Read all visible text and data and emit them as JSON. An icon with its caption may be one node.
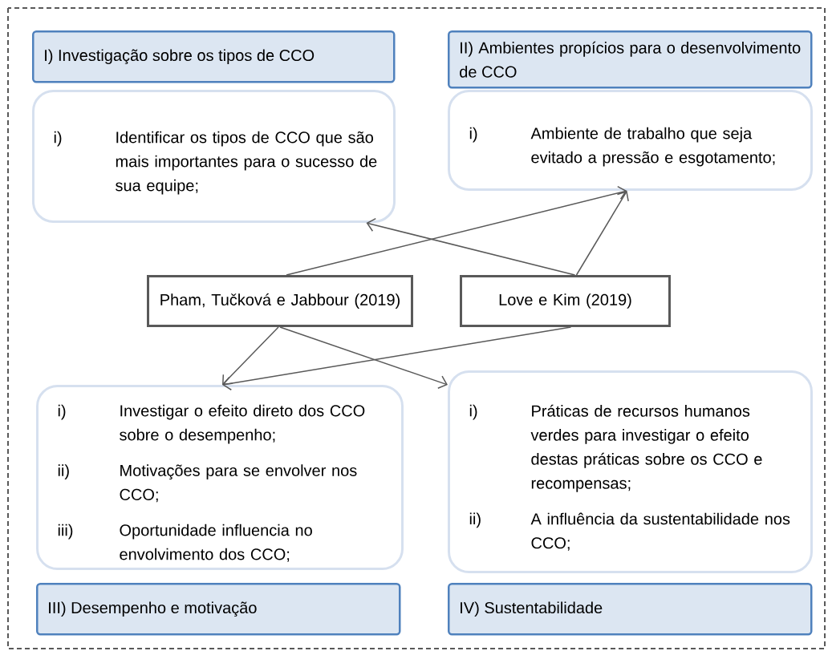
{
  "diagram": {
    "nodes": [
      {
        "text": [
          "I) Investigação sobre os tipos de CCO"
        ]
      },
      {
        "text": [
          "i)",
          "Identificar os tipos de CCO que são mais importantes para o sucesso de sua equipe;"
        ]
      },
      {
        "text": [
          "II) Ambientes propícios para o desenvolvimento de CCO"
        ]
      },
      {
        "text": [
          "i)",
          "Ambiente de trabalho que seja evitado a pressão e esgotamento;"
        ]
      },
      {
        "text": [
          "Pham, Tučková e Jabbour (2019)"
        ]
      },
      {
        "text": [
          "Love e Kim (2019)"
        ]
      },
      {
        "text": [
          "i)",
          "Investigar o efeito direto dos CCO sobre o desempenho;",
          "ii)",
          "Motivações para se envolver nos CCO;",
          "iii)",
          "Oportunidade influencia no envolvimento dos CCO;"
        ]
      },
      {
        "text": [
          "i)",
          "Práticas de recursos humanos verdes para investigar o efeito destas práticas sobre os CCO e recompensas;",
          "ii)",
          "A influência da sustentabilidade nos CCO;"
        ]
      },
      {
        "text": [
          "III) Desempenho e motivação"
        ]
      },
      {
        "text": [
          "IV) Sustentabilidade"
        ]
      }
    ],
    "edges": [
      {
        "from": 4,
        "to": 3,
        "arrow": "to"
      },
      {
        "from": 5,
        "to": 1,
        "arrow": "to"
      },
      {
        "from": 5,
        "to": 3,
        "arrow": "to"
      },
      {
        "from": 4,
        "to": 6,
        "arrow": "to"
      },
      {
        "from": 4,
        "to": 7,
        "arrow": "to"
      },
      {
        "from": 5,
        "to": 6,
        "arrow": "to"
      }
    ]
  }
}
